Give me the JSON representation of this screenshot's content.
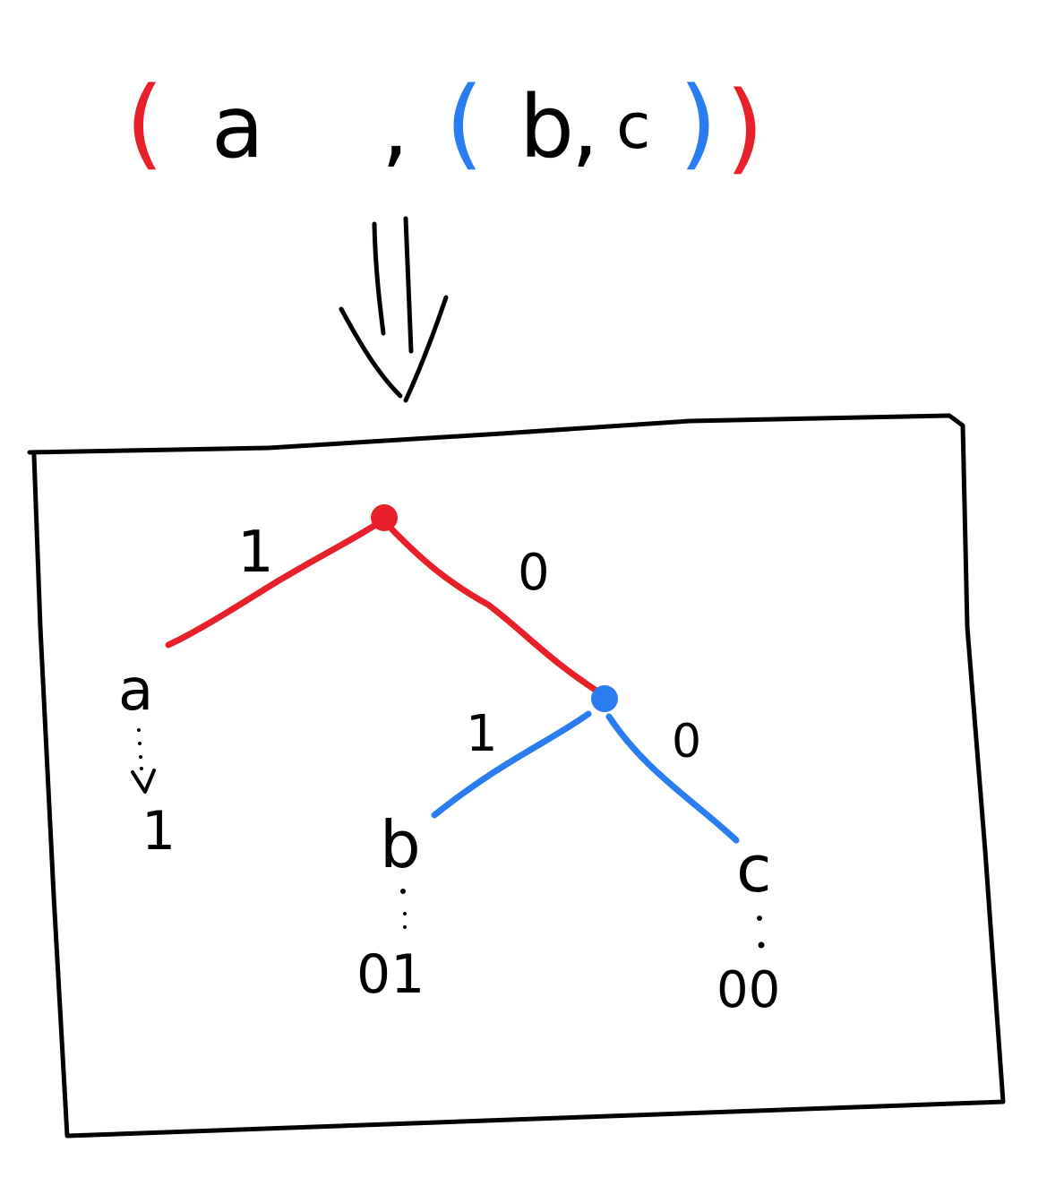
{
  "expression": {
    "outer_open": "(",
    "a": "a",
    "comma_outer": ",",
    "inner_open": "(",
    "b": "b",
    "comma_inner": ",",
    "c": "c",
    "inner_close": ")",
    "outer_close": ")"
  },
  "tree": {
    "root_left_edge_label": "1",
    "root_right_edge_label": "0",
    "inner_left_edge_label": "1",
    "inner_right_edge_label": "0",
    "leaf_a": "a",
    "leaf_b": "b",
    "leaf_c": "c",
    "code_a": "1",
    "code_b": "01",
    "code_c": "00"
  },
  "colors": {
    "outer_pair": "#e8202a",
    "inner_pair": "#2a7df0",
    "ink": "#000000"
  }
}
